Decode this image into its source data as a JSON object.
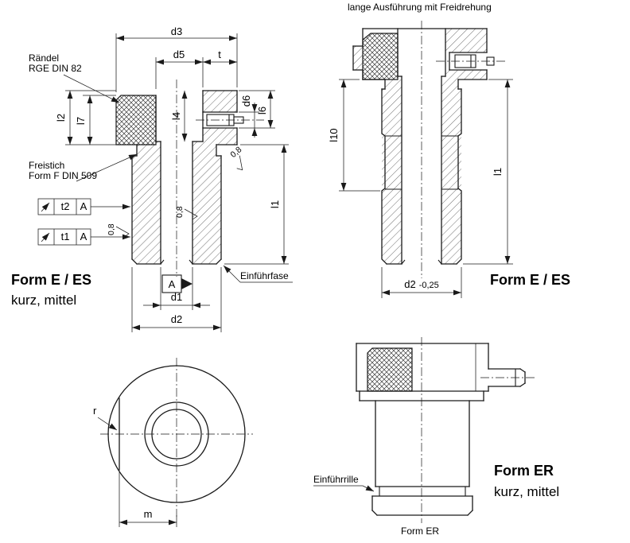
{
  "ink": "#1a1a1a",
  "section_view": {
    "dims": {
      "d3": "d3",
      "d5": "d5",
      "t": "t",
      "d6": "d6",
      "l6": "l6",
      "l4": "l4",
      "l2": "l2",
      "l7": "l7",
      "l1": "l1",
      "d1": "d1",
      "d2": "d2"
    },
    "knurl_note_1": "Rändel",
    "knurl_note_2": "RGE DIN 82",
    "undercut_note_1": "Freistich",
    "undercut_note_2": "Form F DIN 509",
    "chamfer_note": "Einführfase",
    "datum": "A",
    "tol_t2": "t2",
    "tol_t1": "t1",
    "tol_datum": "A",
    "roughness": "0,8",
    "caption_1": "Form E / ES",
    "caption_2": "kurz, mittel"
  },
  "long_view": {
    "title": "lange Ausführung mit Freidrehung",
    "dims": {
      "l10": "l10",
      "l1": "l1",
      "d2": "d2",
      "d2_tol": "-0,25"
    },
    "caption": "Form E / ES"
  },
  "front_view": {
    "dims": {
      "r": "r",
      "m": "m"
    }
  },
  "er_view": {
    "groove_note": "Einführrille",
    "caption_1": "Form ER",
    "caption_2": "kurz, mittel",
    "footer": "Form ER"
  }
}
